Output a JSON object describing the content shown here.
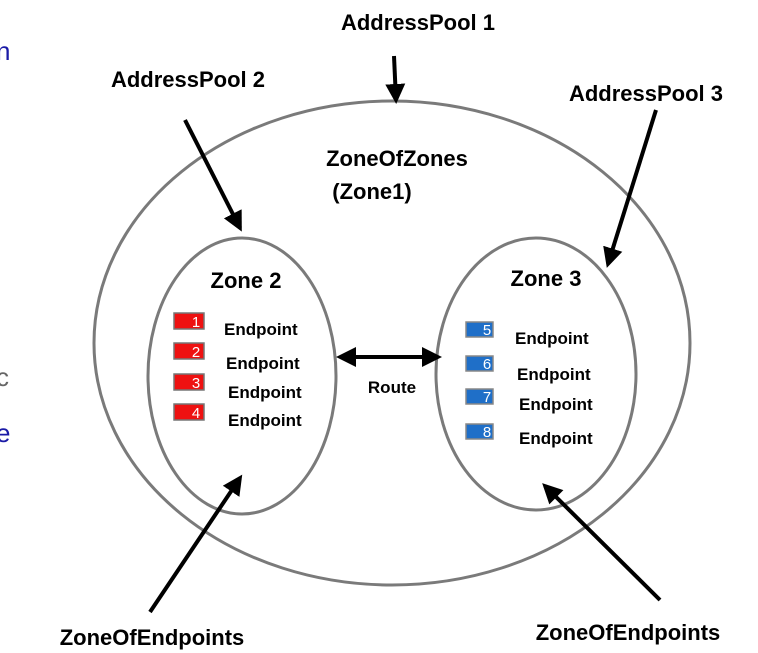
{
  "labels": {
    "pool1": "AddressPool 1",
    "pool2": "AddressPool 2",
    "pool3": "AddressPool 3",
    "outer_line1": "ZoneOfZones",
    "outer_line2": "(Zone1)",
    "zone2": "Zone 2",
    "zone3": "Zone 3",
    "route": "Route",
    "endpoints_left": "ZoneOfEndpoints",
    "endpoints_right": "ZoneOfEndpoints"
  },
  "side_fragments": [
    "n",
    "c",
    "e"
  ],
  "zone2_endpoints": [
    {
      "num": "1",
      "label": "Endpoint"
    },
    {
      "num": "2",
      "label": "Endpoint"
    },
    {
      "num": "3",
      "label": "Endpoint"
    },
    {
      "num": "4",
      "label": "Endpoint"
    }
  ],
  "zone3_endpoints": [
    {
      "num": "5",
      "label": "Endpoint"
    },
    {
      "num": "6",
      "label": "Endpoint"
    },
    {
      "num": "7",
      "label": "Endpoint"
    },
    {
      "num": "8",
      "label": "Endpoint"
    }
  ],
  "colors": {
    "zone2_endpoint_fill": "#ee1111",
    "zone3_endpoint_fill": "#1f6fc8",
    "ellipse_stroke": "#7a7a7a",
    "side_text_blue": "#1a1aa6",
    "side_text_gray": "#666666"
  }
}
